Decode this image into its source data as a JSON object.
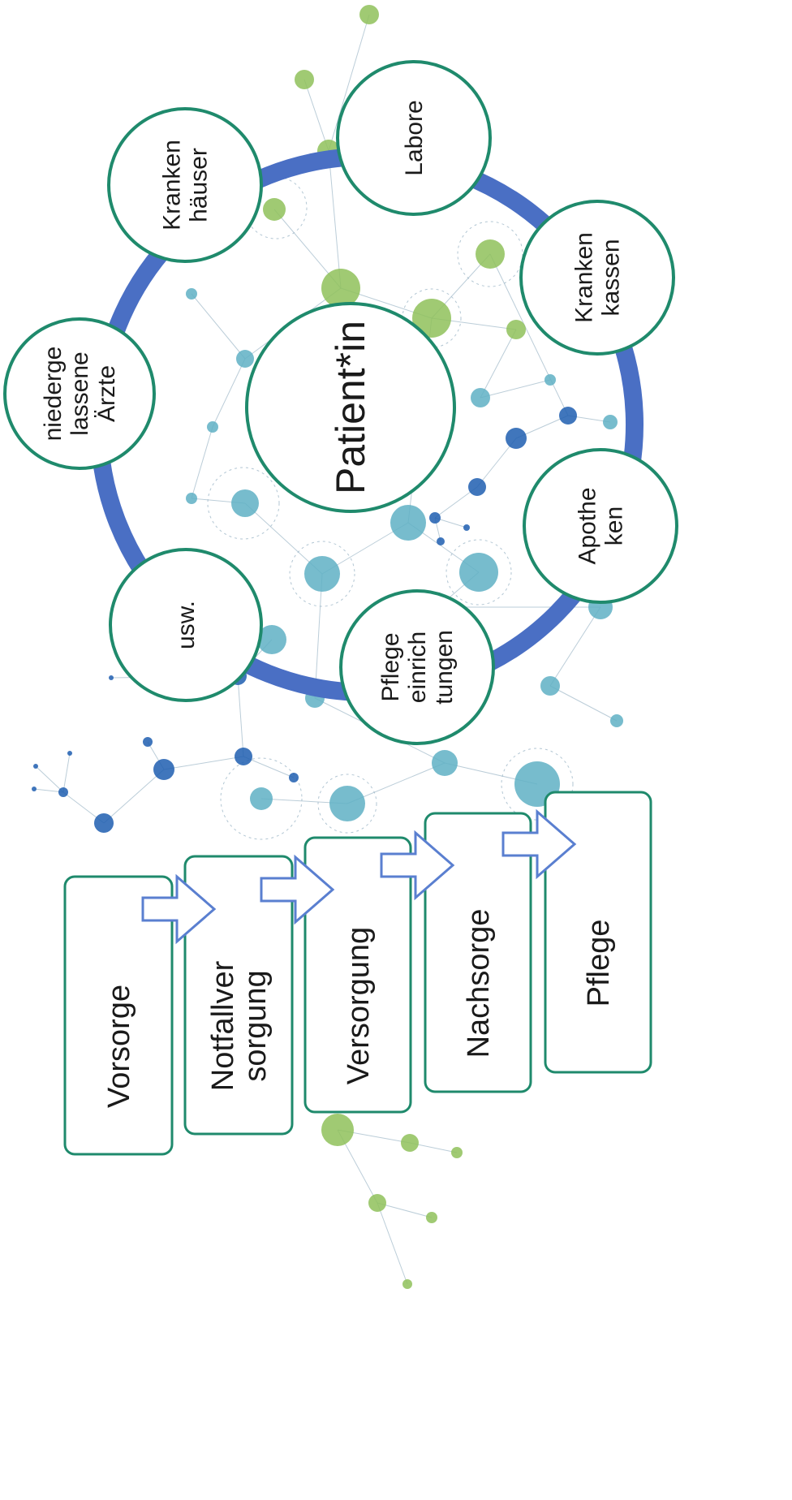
{
  "center": {
    "label": "Patient*in"
  },
  "partners": [
    {
      "name": "partner-niedergelassene-aerzte",
      "lines": [
        "niederge",
        "lassene",
        "Ärzte"
      ]
    },
    {
      "name": "partner-krankenhaeuser",
      "lines": [
        "Kranken",
        "häuser"
      ]
    },
    {
      "name": "partner-labore",
      "lines": [
        "Labore"
      ]
    },
    {
      "name": "partner-krankenkassen",
      "lines": [
        "Kranken",
        "kassen"
      ]
    },
    {
      "name": "partner-apotheken",
      "lines": [
        "Apothe",
        "ken"
      ]
    },
    {
      "name": "partner-pflegeeinrichtungen",
      "lines": [
        "Pflege",
        "einrich",
        "tungen"
      ]
    },
    {
      "name": "partner-usw",
      "lines": [
        "usw."
      ]
    }
  ],
  "stages": [
    {
      "name": "stage-vorsorge",
      "lines": [
        "Vorsorge"
      ]
    },
    {
      "name": "stage-notfallversorgung",
      "lines": [
        "Notfallver",
        "sorgung"
      ]
    },
    {
      "name": "stage-versorgung",
      "lines": [
        "Versorgung"
      ]
    },
    {
      "name": "stage-nachsorge",
      "lines": [
        "Nachsorge"
      ]
    },
    {
      "name": "stage-pflege",
      "lines": [
        "Pflege"
      ]
    }
  ],
  "colors": {
    "ring": "#4a6fc4",
    "circle_border": "#1f8a6c",
    "box_border": "#1f8a6c",
    "arrow": "#5a7fd0",
    "net_green": "#8fc15a",
    "net_teal": "#5fb0c4",
    "net_blue": "#1f5eb0",
    "net_line": "#9fb8c8"
  }
}
